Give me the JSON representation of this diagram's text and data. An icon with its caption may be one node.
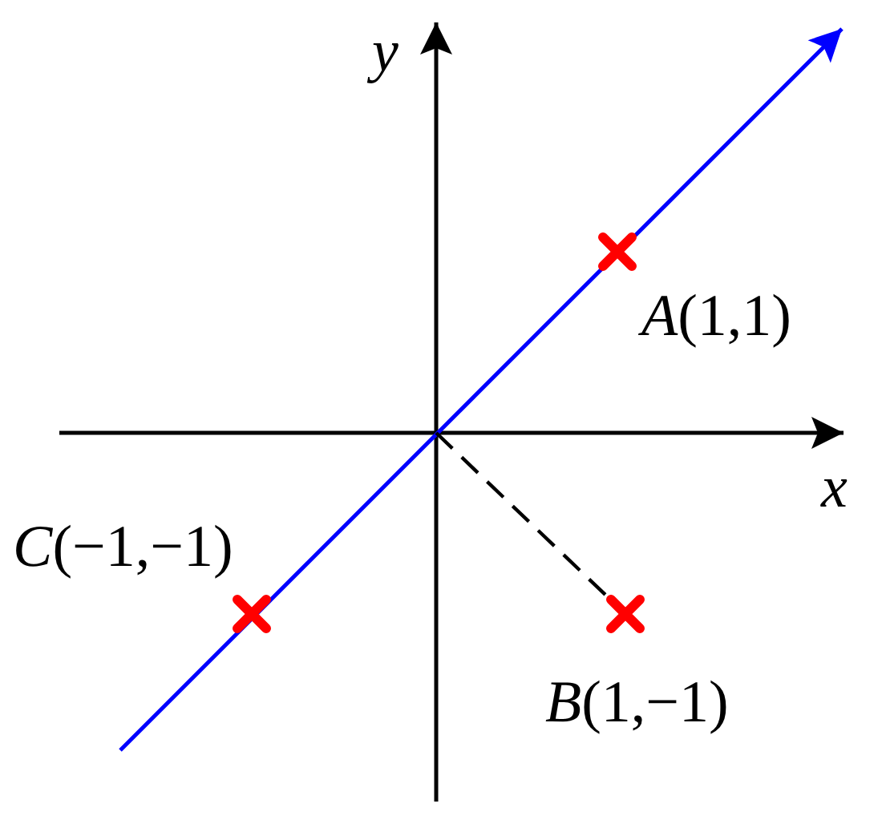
{
  "diagram": {
    "nodes": [
      {
        "text": [],
        "shape": "cross",
        "beside": [
          "*A*(1,1)"
        ]
      },
      {
        "text": [],
        "shape": "cross",
        "beside": [
          "*B*(1,−1)"
        ]
      },
      {
        "text": [],
        "shape": "cross",
        "beside": [
          "*C*(−1,−1)"
        ]
      }
    ],
    "edges": [
      {
        "from": null,
        "to": 1,
        "arrow": "none",
        "style": "dashed"
      }
    ],
    "labels": [
      "y",
      "x"
    ]
  }
}
